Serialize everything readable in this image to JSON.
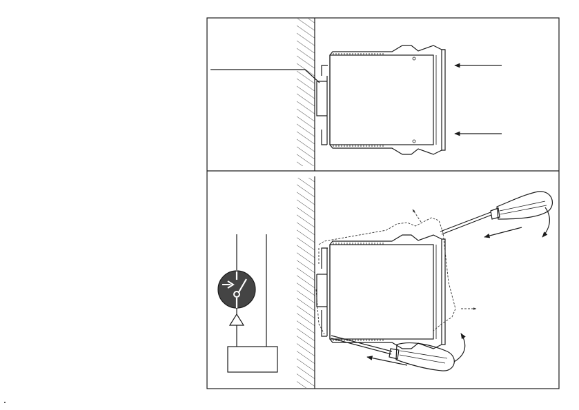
{
  "figure": {
    "panels": [
      {
        "id": "top",
        "step": "snap-on"
      },
      {
        "id": "bottom",
        "step": "removal-with-screwdrivers"
      }
    ],
    "icons": [
      "din-rail",
      "relay-module",
      "push-arrow",
      "screwdriver",
      "rotation-arrow",
      "switch-symbol",
      "warning-triangle"
    ],
    "colors": {
      "line": "#1a1a1a",
      "switch_fill": "#444444",
      "background": "#ffffff"
    }
  }
}
